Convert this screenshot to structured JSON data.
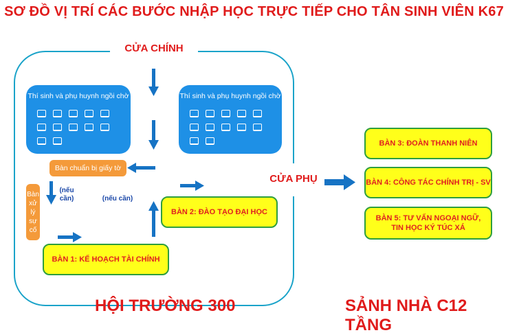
{
  "title": "SƠ ĐỒ VỊ TRÍ CÁC BƯỚC NHẬP HỌC TRỰC TIẾP CHO TÂN SINH VIÊN K67",
  "main_door": "CỬA CHÍNH",
  "side_door": "CỬA PHỤ",
  "waiting_area_left": "Thí sinh và phụ huynh ngồi chờ",
  "waiting_area_right": "Thí sinh và phụ huynh ngồi chờ",
  "prep_docs": "Bàn chuẩn bị giấy tờ",
  "incident_desk": "Bàn xử lý sự cố",
  "if_needed_1": "(nếu cần)",
  "if_needed_2": "(nếu cần)",
  "desk1": "BÀN 1: KẾ HOẠCH TÀI CHÍNH",
  "desk2": "BÀN 2: ĐÀO TẠO ĐẠI HỌC",
  "desk3": "BÀN 3: ĐOÀN THANH NIÊN",
  "desk4": "BÀN 4: CÔNG TÁC CHÍNH TRỊ - SV",
  "desk5": "BÀN 5: TƯ VẤN NGOẠI NGỮ, TIN HỌC KÝ TÚC XÁ",
  "hall_label": "HỘI TRƯỜNG 300",
  "lobby_label": "SẢNH NHÀ C12 TẦNG",
  "colors": {
    "title_red": "#e01b1b",
    "arrow_blue": "#1673c4",
    "waiting_blue": "#1e90e6",
    "desk_yellow": "#ffff1a",
    "desk_border": "#2e9e3e",
    "orange": "#f49a3a",
    "hall_border": "#1aa3c9"
  }
}
